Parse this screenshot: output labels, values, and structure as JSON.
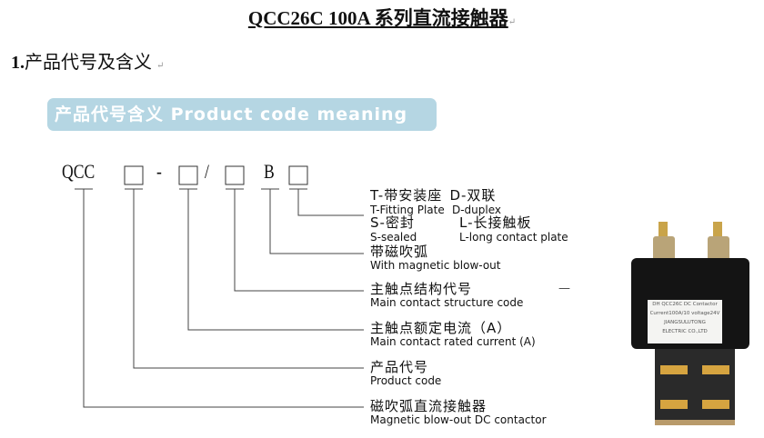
{
  "title": {
    "text": "QCC26C 100A  系列直流接触器",
    "mark": "↵"
  },
  "section": {
    "number": "1.",
    "text": "产品代号及含义",
    "mark": "↵"
  },
  "banner": {
    "text": "产品代号含义 Product code meaning"
  },
  "code": {
    "prefix": "QCC",
    "dash": "-",
    "slash": "/",
    "letter": "B"
  },
  "labels": [
    {
      "cn": "T-带安装座",
      "en": "T-Fitting Plate",
      "cn2": "D-双联",
      "en2": "D-duplex"
    },
    {
      "cn": "S-密封",
      "en": "S-sealed",
      "cn2": "L-长接触板",
      "en2": "L-long contact plate"
    },
    {
      "cn": "带磁吹弧",
      "en": "With magnetic blow-out"
    },
    {
      "cn": "主触点结构代号",
      "en": "Main contact structure code"
    },
    {
      "cn": "主触点额定电流（A）",
      "en": "Main contact rated current (A)"
    },
    {
      "cn": "产品代号",
      "en": "Product code"
    },
    {
      "cn": "磁吹弧直流接触器",
      "en": "Magnetic blow-out DC contactor"
    }
  ],
  "side_dash": "—",
  "product_label": [
    "DH QCC26C DC Contactor",
    "Current100A/10 voltage24V",
    "JIANGSULUTONG",
    "ELECTRIC CO.,LTD"
  ]
}
